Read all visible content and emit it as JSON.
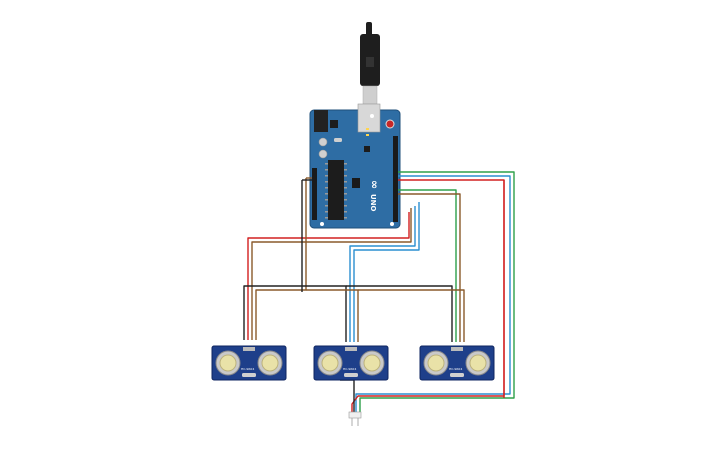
{
  "canvas": {
    "background": "#ffffff"
  },
  "board": {
    "brand_label": "UNO",
    "logo_label": "∞",
    "body_color": "#2e6da4",
    "edge_color": "#1f4f7a"
  },
  "usb": {
    "cable_color": "#1e1e1e",
    "plug_color": "#d8d8d8"
  },
  "sensors": [
    {
      "label": "HC-SR04"
    },
    {
      "label": "HC-SR04"
    },
    {
      "label": "HC-SR04"
    }
  ],
  "wire_colors": {
    "power": "#d22020",
    "ground": "#222222",
    "trig": "#2a8fd0",
    "echo": "#2ea04a",
    "signal_brown": "#8a5a2b"
  },
  "buzzer": {
    "icon": "piezo-icon"
  }
}
